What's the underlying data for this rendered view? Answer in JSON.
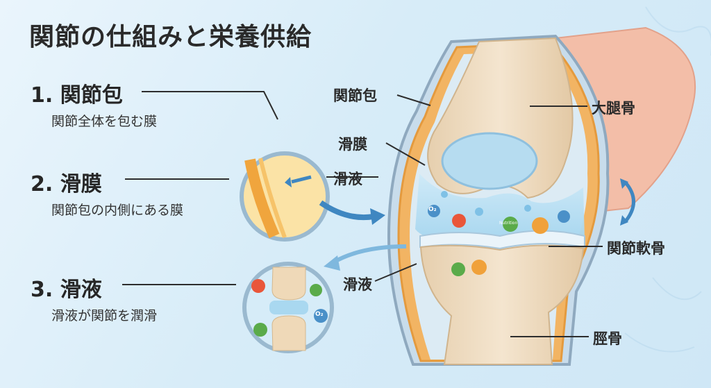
{
  "title": "関節の仕組みと栄養供給",
  "sections": [
    {
      "heading": "1. 関節包",
      "desc": "関節全体を包む膜"
    },
    {
      "heading": "2. 滑膜",
      "desc": "関節包の内側にある膜"
    },
    {
      "heading": "3. 滑液",
      "desc": "滑液が関節を潤滑"
    }
  ],
  "labels": {
    "capsule": "関節包",
    "synovium": "滑膜",
    "fluid_top": "滑液",
    "fluid_bottom": "滑液",
    "femur": "大腿骨",
    "cartilage": "関節軟骨",
    "tibia": "脛骨"
  },
  "bubbles": {
    "o2": "O₂",
    "nutrition": "Nutrition"
  },
  "colors": {
    "bone": "#efdcc0",
    "capsule": "#f2b463",
    "fluid": "#a9d8f0",
    "arrow": "#3f87c1",
    "muscle": "#f1b7a0"
  }
}
